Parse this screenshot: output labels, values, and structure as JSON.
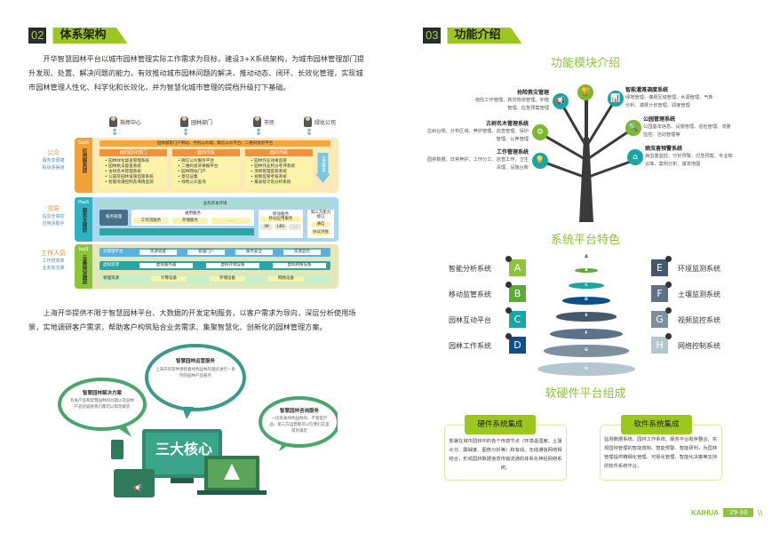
{
  "left": {
    "section_number": "02",
    "section_title": "体系架构",
    "intro": "开华智慧园林平台以城市园林管理实际工作需求为目标，建设3+X系统架构，为城市园林管理部门提升发现、处置、解决问题的能力，有效推动城市园林问题的解决，推动动态、闭环、长效化管理，实现城市园林管理人性化、科学化和长效化，并为智慧化城市管理的提档升级打下基础。",
    "architecture": {
      "roles": [
        "指挥中心",
        "园林部门",
        "市民",
        "绿化公司"
      ],
      "saas": {
        "tag": "SaaS",
        "name": "应用服务层",
        "side_title": "公众",
        "side_sub": [
          "服务享便捷",
          "投诉多渠道"
        ],
        "portal": "园林城管门户网站、手机公众端、微信公众平台、二维码投诉平台",
        "columns": [
          {
            "head": "面向园林部门",
            "items": [
              "园林绿化督查管理系统",
              "园林执法督查系统",
              "古树名木管理系统",
              "公园及园林设施监管系统",
              "智能喷灌控制及墒情监测"
            ]
          },
          {
            "head": "面向市民",
            "items": [
              "微信公众服务平台",
              "二维码投诉举报平台",
              "园林网站门户",
              "意见征集",
              "绿地公众查询"
            ]
          },
          {
            "head": "面向市民",
            "items": [
              "园林作业效果监管",
              "园林作业积分考评系统",
              "项目管理监管系统",
              "视频监管考核系统",
              "报表统计及分析系统"
            ]
          }
        ],
        "integration": "信息整合"
      },
      "paas": {
        "tag": "PaaS",
        "name": "服务支撑层",
        "side_title": "领导",
        "side_sub": [
          "信息全掌控",
          "应用添助手"
        ],
        "env": "业务开发环境",
        "service_mgmt": "服务管理",
        "common": "通用服务",
        "common_items": [
          "工作流服务",
          "存储服务",
          "……"
        ],
        "mobile": "移动服务",
        "mobile_app": "移动应用服务",
        "mobile_items": [
          "IM",
          "LBS",
          "..."
        ],
        "third_party": "第三方能力接口",
        "third_items": [
          "通信",
          "协议对接"
        ]
      },
      "iaas": {
        "tag": "IaaS",
        "name": "云基础设施层",
        "side_title": "工作人员",
        "side_sub": [
          "工作增效率",
          "业务有支撑"
        ],
        "rows": [
          {
            "label": "云管理平台",
            "items": [
              "资源调度",
              "管理门户",
              "服务安全",
              "资源监控"
            ]
          },
          {
            "label": "虚拟资源",
            "items": [
              "虚拟服务器",
              "虚拟存储设备",
              "虚拟网络设备"
            ]
          },
          {
            "label": "物理资源",
            "items": [
              "计算设备",
              "存储设备",
              "网络设备"
            ]
          }
        ]
      }
    },
    "para2": "上海开华提供不限于智慧园林平台、大数据的开发定制服务，以客户需求为导向，深层分析使用场景，实地调研客户需求，帮助客户构筑贴合业务需求、集聚智慧化、创新化的园林管理方案。",
    "clouds": [
      {
        "title": "智慧园林运营服务",
        "text": "上海开华软件围绕着绿色园林的理念进行一系列的园林产品服务"
      },
      {
        "title": "智慧园林解决方案",
        "text": "有关产品和智慧园林的问题以及园林产品的疑惑我们都可以帮您解答"
      },
      {
        "title": "智慧园林咨询服务",
        "text": "一切有关绿色园林的、不管是产品、第三方运营都可以在我们这里得到满足"
      }
    ],
    "core": "三大核心"
  },
  "right": {
    "section_number": "03",
    "section_title": "功能介绍",
    "modules_title": "功能模块介绍",
    "modules": [
      {
        "title": "抢险救灾管理",
        "text": "抢险工作管理、救灾物资管理、补植管理、应急预案管理",
        "icon": "megaphone-icon",
        "color": "#1aa5a5"
      },
      {
        "title": "古树名木管理系统",
        "text": "古树台账、分布区域、养护管理、巡查管理、保护管理、认养管理",
        "icon": "search-gear-icon",
        "color": "#7ab82e"
      },
      {
        "title": "工作管理系统",
        "text": "园林数据、日常养护、工作分工、巡查工作、卫生清理、设施台账",
        "icon": "lightbulb-icon",
        "color": "#1aa5a5"
      },
      {
        "title": "智能灌溉调度系统",
        "text": "绿地管理、灌溉区域管理、水源管理、气象分析、灌溉计划管理、调度管理",
        "icon": "chart-icon",
        "color": "#1aa5a5"
      },
      {
        "title": "公园管理系统",
        "text": "公园基本信息、设施管理、巡检管理、流量监控、活动管理等",
        "icon": "magnifier-icon",
        "color": "#7ab82e"
      },
      {
        "title": "病虫害预警系统",
        "text": "病虫害监控、分析预警、应急预案、专业知识库、案例分析、爆发地图",
        "icon": "house-icon",
        "color": "#1aa5a5"
      }
    ],
    "top_icon": "trophy-icon",
    "top_icon_color": "#7ab82e",
    "features_title": "系统平台特色",
    "features_left": [
      {
        "letter": "A",
        "label": "智能分析系统",
        "color": "#8cc43a"
      },
      {
        "letter": "B",
        "label": "移动监管系统",
        "color": "#5aad2e"
      },
      {
        "letter": "C",
        "label": "园林互动平台",
        "color": "#1aa5a5"
      },
      {
        "letter": "D",
        "label": "园林工作系统",
        "color": "#0d4f8b"
      }
    ],
    "features_right": [
      {
        "letter": "E",
        "label": "环境监测系统",
        "color": "#44596b"
      },
      {
        "letter": "F",
        "label": "土壤监测系统",
        "color": "#5b7288"
      },
      {
        "letter": "G",
        "label": "视频监控系统",
        "color": "#7c909f"
      },
      {
        "letter": "H",
        "label": "网络控制系统",
        "color": "#b4c6cf"
      }
    ],
    "pyramid_layers": [
      "A",
      "B",
      "C",
      "D",
      "E",
      "F",
      "G",
      "H"
    ],
    "composition_title": "软硬件平台组成",
    "hardware": {
      "title": "硬件系统集成",
      "text": "部署在城市园林中的各个传感节点（环境温湿度、土壤水分、酸碱度、图像分析等）和有线、无线通信网络相结合，形成园林数据信息传输流通的体系化神经网络系统。"
    },
    "software": {
      "title": "软件系统集成",
      "text": "监测数据系统、园林工作系统、服务平台有序整合，实现园林管理的智能感知、智能预警、智能研判，为园林管理提供精细化管理、可视化管理、智能化决策等支持的软件系统平台。"
    }
  },
  "footer": {
    "brand": "KAIHUA",
    "pages": "29-30"
  }
}
